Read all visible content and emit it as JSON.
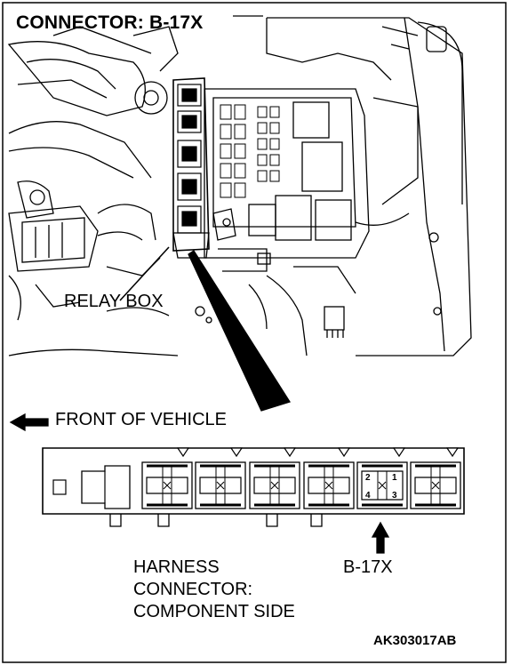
{
  "title": "CONNECTOR: B-17X",
  "labels": {
    "relay_box": "RELAY BOX",
    "front_of_vehicle": "FRONT OF VEHICLE",
    "harness_line1": "HARNESS",
    "harness_line2": "CONNECTOR:",
    "harness_line3": "COMPONENT SIDE",
    "connector_id": "B-17X",
    "figure_code": "AK303017AB"
  },
  "connector_pins": [
    "2",
    "1",
    "4",
    "3"
  ]
}
